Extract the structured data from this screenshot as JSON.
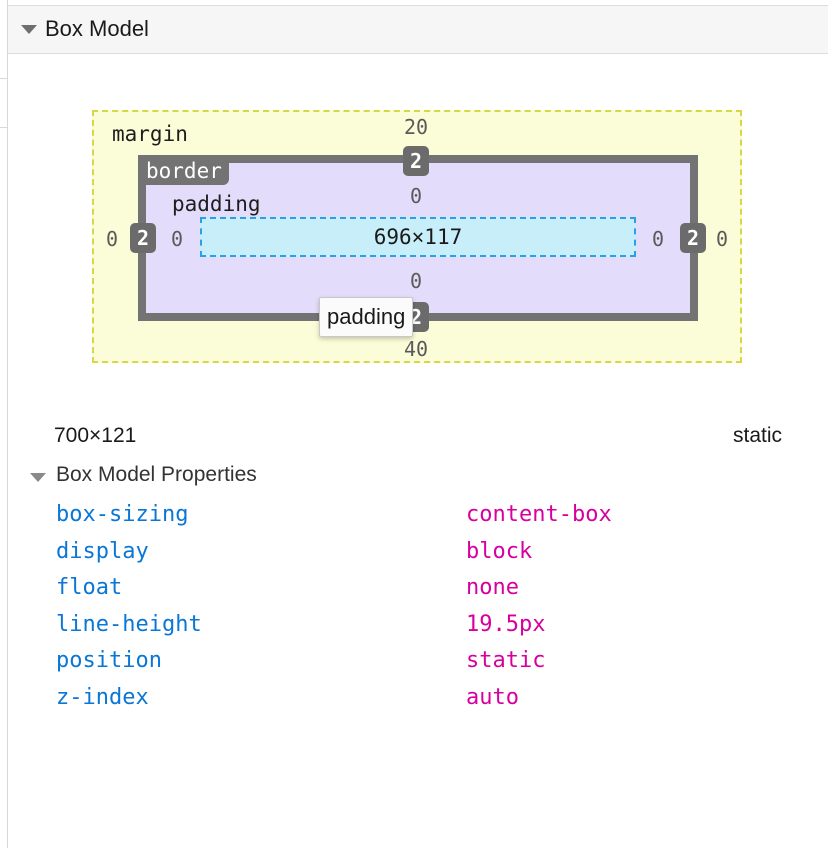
{
  "header": {
    "title": "Box Model"
  },
  "box_model": {
    "margin": {
      "label": "margin",
      "top": "20",
      "right": "0",
      "bottom": "40",
      "left": "0"
    },
    "border": {
      "label": "border",
      "top": "2",
      "right": "2",
      "bottom": "2",
      "left": "2"
    },
    "padding": {
      "label": "padding",
      "top": "0",
      "right": "0",
      "bottom": "0",
      "left": "0"
    },
    "content": {
      "size": "696×117"
    },
    "tooltip": "padding"
  },
  "summary": {
    "dimensions": "700×121",
    "position": "static"
  },
  "properties": {
    "title": "Box Model Properties",
    "items": [
      {
        "name": "box-sizing",
        "value": "content-box"
      },
      {
        "name": "display",
        "value": "block"
      },
      {
        "name": "float",
        "value": "none"
      },
      {
        "name": "line-height",
        "value": "19.5px"
      },
      {
        "name": "position",
        "value": "static"
      },
      {
        "name": "z-index",
        "value": "auto"
      }
    ]
  },
  "colors": {
    "margin_fill": "#fbfdd8",
    "border_fill": "#737373",
    "padding_fill": "#e3dcfb",
    "content_fill": "#c8eefa",
    "property_name": "#0a76d6",
    "property_value": "#d7009f"
  },
  "icons": {
    "header_toggle": "triangle-down-icon",
    "properties_toggle": "triangle-down-icon"
  }
}
